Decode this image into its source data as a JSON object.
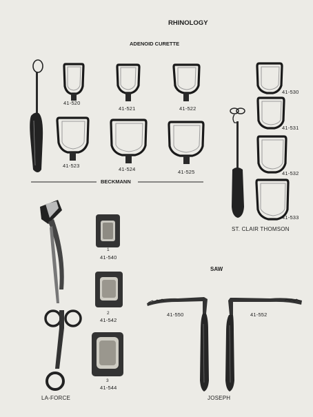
{
  "page": {
    "title": "RHINOLOGY",
    "colors": {
      "paper": "#ecebe6",
      "ink": "#1d1d1d",
      "instrument_dark": "#222222",
      "steel": "#555555"
    }
  },
  "adenoid_curette": {
    "title": "ADENOID CURETTE",
    "beckmann": {
      "label": "BECKMANN",
      "items": [
        "41-520",
        "41-521",
        "41-522",
        "41-523",
        "41-524",
        "41-525"
      ]
    },
    "st_clair_thomson": {
      "label": "ST. CLAIR THOMSON",
      "items": [
        "41-530",
        "41-531",
        "41-532",
        "41-533"
      ]
    }
  },
  "la_force": {
    "label": "LA-FORCE",
    "blades": [
      {
        "number": "1",
        "code": "41-540"
      },
      {
        "number": "2",
        "code": "41-542"
      },
      {
        "number": "3",
        "code": "41-544"
      }
    ]
  },
  "saw": {
    "title": "SAW",
    "label": "JOSEPH",
    "items": [
      "41-550",
      "41-552"
    ]
  }
}
